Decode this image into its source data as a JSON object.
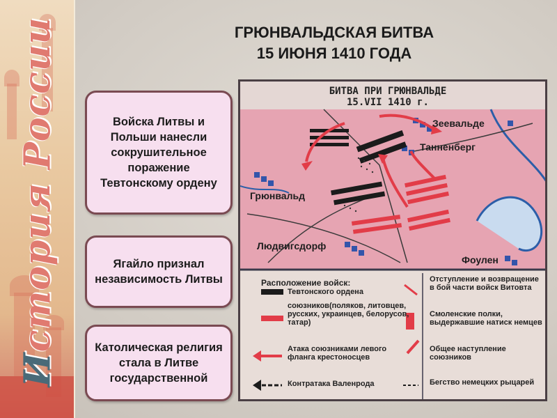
{
  "title": {
    "line1": "ГРЮНВАЛЬДСКАЯ БИТВА",
    "line2": "15 ИЮНЯ 1410 ГОДА"
  },
  "logo": {
    "first": "И",
    "rest": "стория России"
  },
  "cards": [
    {
      "text": "Войска Литвы и Польши нанесли сокрушительное поражение Тевтонскому ордену"
    },
    {
      "text": "Ягайло признал независимость Литвы"
    },
    {
      "text": "Католическая религия стала в Литве государственной"
    }
  ],
  "map": {
    "title_line1": "БИТВА ПРИ ГРЮНВАЛЬДЕ",
    "title_line2": "15.VII 1410 г.",
    "places": {
      "zeevalde": "Зеевальде",
      "tannenberg": "Танненберг",
      "grunwald": "Грюнвальд",
      "ludwigsdorf": "Людвигсдорф",
      "foulen": "Фоулен"
    },
    "legend": {
      "heading": "Расположение войск:",
      "teutonic": "Тевтонского ордена",
      "allies": "союзников(поляков, литовцев, русских, украинцев, белорусов, татар)",
      "attack_left": "Атака союзниками левого фланга крестоносцев",
      "counterattack": "Контратака Валенрода",
      "retreat": "Отступление и возвращение в бой части войск Витовта",
      "smolensk": "Смоленские полки, выдержавшие натиск немцев",
      "general_advance": "Общее наступление союзников",
      "flight": "Бегство немецких рыцарей"
    }
  },
  "colors": {
    "card_bg": "#f7dfef",
    "card_border": "#7a4a52",
    "map_red": "#e23c48",
    "map_pink": "#e8a9b6",
    "logo_red": "#e07a70"
  }
}
